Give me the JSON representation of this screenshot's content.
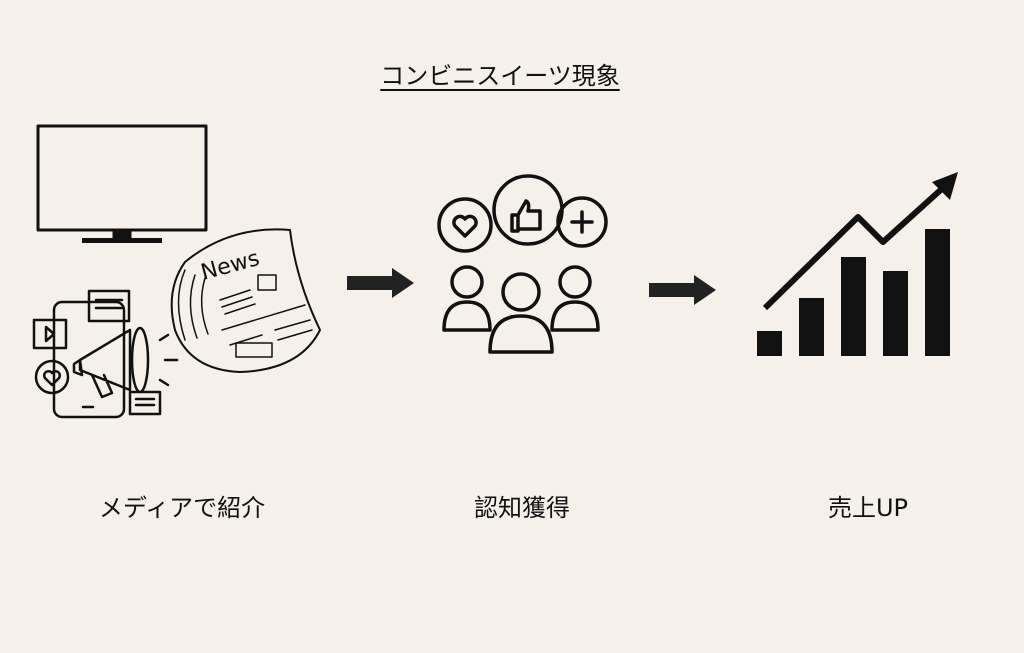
{
  "title": "コンビニスイーツ現象",
  "steps": [
    {
      "label": "メディアで紹介",
      "icon": "media-icon"
    },
    {
      "label": "認知獲得",
      "icon": "people-reaction-icon"
    },
    {
      "label": "売上UP",
      "icon": "growth-chart-icon"
    }
  ],
  "newspaper_text": "News"
}
